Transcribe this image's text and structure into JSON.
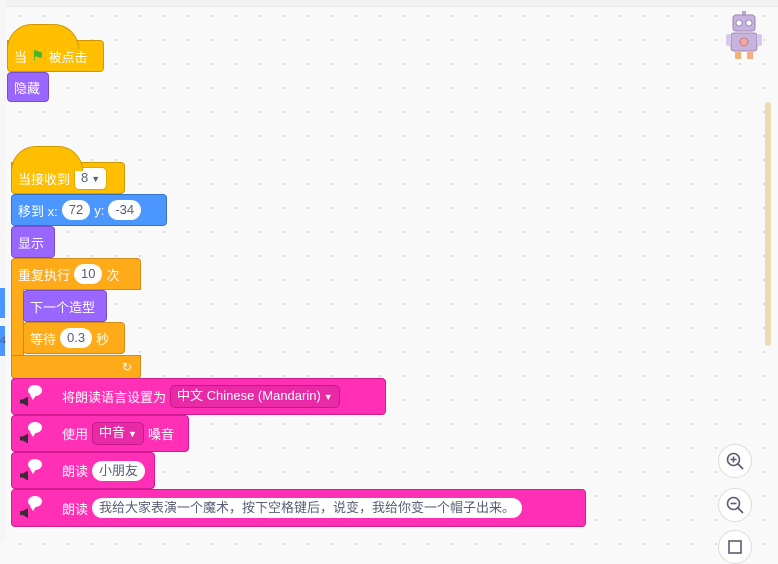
{
  "script1": {
    "when_label": "当",
    "flag_icon": "green-flag-icon",
    "clicked_label": "被点击",
    "hide_label": "隐藏"
  },
  "script2": {
    "receive_label": "当接收到",
    "receive_value": "8",
    "goto_label": "移到 x:",
    "goto_x": "72",
    "goto_y_label": "y:",
    "goto_y": "-34",
    "show_label": "显示",
    "repeat_label": "重复执行",
    "repeat_count": "10",
    "repeat_unit": "次",
    "next_costume_label": "下一个造型",
    "wait_label": "等待",
    "wait_value": "0.3",
    "wait_unit": "秒",
    "loop_arrow": "↻",
    "set_lang_label": "将朗读语言设置为",
    "set_lang_value": "中文 Chinese (Mandarin)",
    "use_voice_label": "使用",
    "use_voice_value": "中音",
    "voice_unit": "嗓音",
    "speak1_label": "朗读",
    "speak1_value": "小朋友",
    "speak2_label": "朗读",
    "speak2_value": "我给大家表演一个魔术，按下空格键后，说变，我给你变一个帽子出来。"
  },
  "left_stub_text": "4",
  "sprite_icon": "robot-sprite-icon",
  "controls": {
    "zoom_in_icon": "zoom-in-icon",
    "zoom_out_icon": "zoom-out-icon",
    "zoom_reset_icon": "zoom-reset-icon"
  },
  "colors": {
    "events": "#ffbf00",
    "looks": "#9966ff",
    "motion": "#4c97ff",
    "control": "#ffab19",
    "text2speech": "#ff2fb6"
  }
}
